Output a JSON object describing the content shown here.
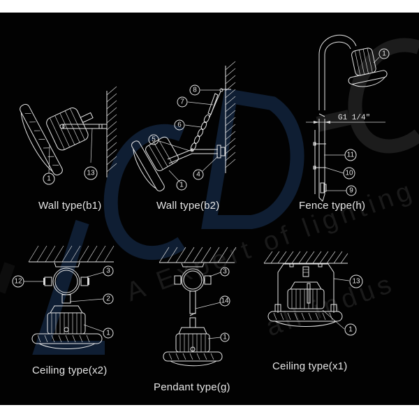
{
  "colors": {
    "background": "#020202",
    "line": "#e8e8e8",
    "caption": "#e6e6e6",
    "watermark_blue": "#0f1e33",
    "watermark_gray": "#1c1c1c"
  },
  "watermark": {
    "letters": "LCD-C",
    "tagline_1": "A Expert of lighting",
    "tagline_2": "all indus"
  },
  "panels": [
    {
      "id": "wall-b1",
      "caption": "Wall type(b1)",
      "callouts": [
        "1",
        "13"
      ]
    },
    {
      "id": "wall-b2",
      "caption": "Wall type(b2)",
      "callouts": [
        "8",
        "7",
        "6",
        "5",
        "4",
        "1"
      ]
    },
    {
      "id": "fence-h",
      "caption": "Fence type(h)",
      "dimension_label": "G1 1/4\"",
      "callouts": [
        "1",
        "11",
        "10",
        "9"
      ]
    },
    {
      "id": "ceiling-x2",
      "caption": "Ceiling type(x2)",
      "callouts": [
        "12",
        "3",
        "2",
        "1"
      ]
    },
    {
      "id": "pendant-g",
      "caption": "Pendant type(g)",
      "callouts": [
        "3",
        "14",
        "1"
      ]
    },
    {
      "id": "ceiling-x1",
      "caption": "Ceiling type(x1)",
      "callouts": [
        "13",
        "1"
      ]
    }
  ]
}
